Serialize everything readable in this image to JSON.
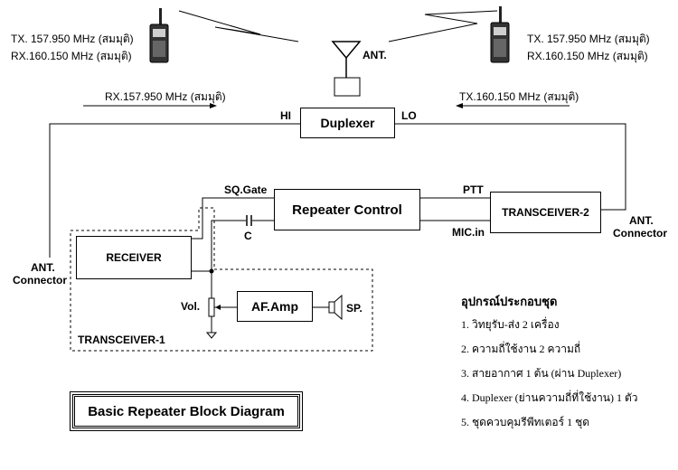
{
  "radio_left": {
    "tx": "TX. 157.950 MHz (สมมุติ)",
    "rx": "RX.160.150 MHz (สมมุติ)",
    "icon": "handheld-radio-icon"
  },
  "radio_right": {
    "tx": "TX. 157.950 MHz (สมมุติ)",
    "rx": "RX.160.150 MHz (สมมุติ)",
    "icon": "handheld-radio-icon"
  },
  "antenna": {
    "label": "ANT."
  },
  "arrow_left_label": "RX.157.950 MHz (สมมุติ)",
  "arrow_right_label": "TX.160.150 MHz (สมมุติ)",
  "duplexer": {
    "label": "Duplexer",
    "hi": "HI",
    "lo": "LO"
  },
  "repeater_control": {
    "label": "Repeater Control",
    "sq_gate": "SQ.Gate",
    "ptt": "PTT",
    "mic_in": "MIC.in"
  },
  "transceiver2": {
    "label": "TRANSCEIVER-2"
  },
  "ant_connector_right": {
    "line1": "ANT.",
    "line2": "Connector"
  },
  "ant_connector_left": {
    "line1": "ANT.",
    "line2": "Connector"
  },
  "receiver": {
    "label": "RECEIVER"
  },
  "capacitor_label": "C",
  "vol_label": "Vol.",
  "af_amp": {
    "label": "AF.Amp"
  },
  "speaker_label": "SP.",
  "transceiver1_label": "TRANSCEIVER-1",
  "diagram_title": "Basic Repeater Block Diagram",
  "parts": {
    "heading": "อุปกรณ์ประกอบชุด",
    "items": [
      "1. วิทยุรับ-ส่ง 2 เครื่อง",
      "2. ความถี่ใช้งาน 2 ความถี่",
      "3. สายอากาศ 1 ต้น (ผ่าน Duplexer)",
      "4. Duplexer (ย่านความถี่ที่ใช้งาน) 1 ตัว",
      "5. ชุดควบคุมรีพีทเตอร์ 1 ชุด"
    ]
  }
}
